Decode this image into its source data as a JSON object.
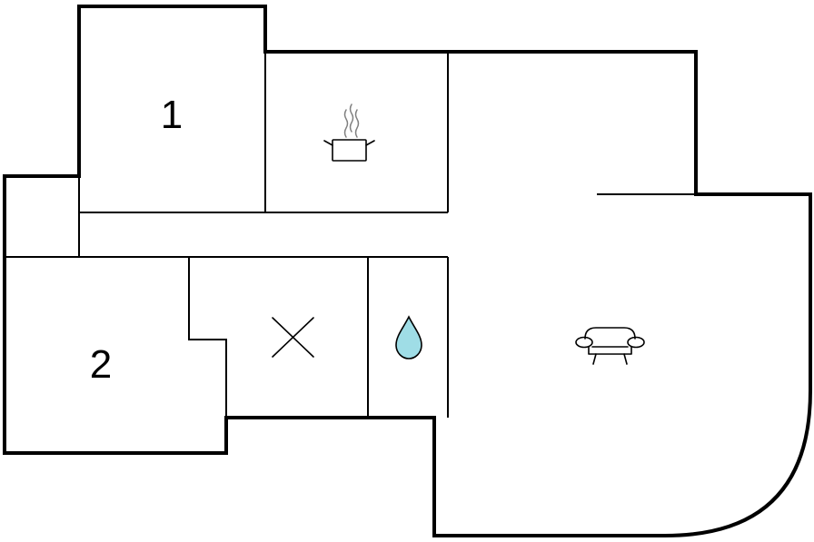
{
  "floor_plan": {
    "rooms": [
      {
        "label": "1",
        "type": "bedroom"
      },
      {
        "label": "2",
        "type": "bedroom"
      }
    ],
    "icons": {
      "kitchen": "cooking-pot-icon",
      "toilet": "cross-x-icon",
      "bathroom": "water-drop-icon",
      "living": "sofa-icon"
    },
    "colors": {
      "walls": "#000000",
      "background": "#ffffff",
      "water_drop_fill": "#9fdde6",
      "steam": "#808080"
    }
  }
}
